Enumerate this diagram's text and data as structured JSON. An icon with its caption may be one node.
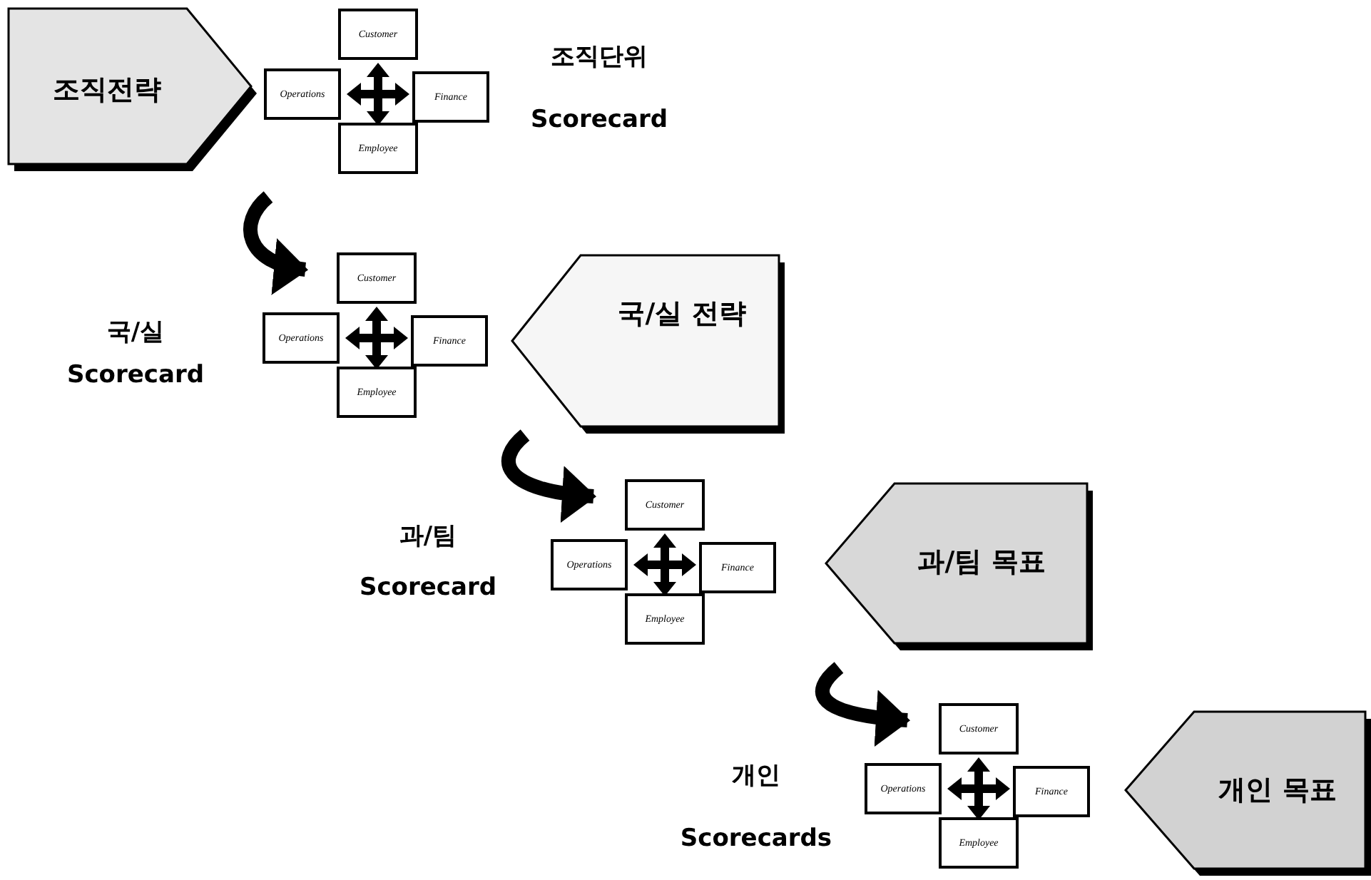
{
  "diagram": {
    "nodes": [
      {
        "text": [
          "조직전략"
        ]
      },
      {
        "text": [
          "Customer"
        ]
      },
      {
        "text": [
          "Operations"
        ]
      },
      {
        "text": [
          "Finance"
        ]
      },
      {
        "text": [
          "Employee"
        ]
      },
      {
        "text": [
          "Customer"
        ]
      },
      {
        "text": [
          "Operations"
        ]
      },
      {
        "text": [
          "Finance"
        ]
      },
      {
        "text": [
          "Employee"
        ]
      },
      {
        "text": [
          "국/실 전략"
        ]
      },
      {
        "text": [
          "Customer"
        ]
      },
      {
        "text": [
          "Operations"
        ]
      },
      {
        "text": [
          "Finance"
        ]
      },
      {
        "text": [
          "Employee"
        ]
      },
      {
        "text": [
          "과/팀 목표"
        ]
      },
      {
        "text": [
          "Customer"
        ]
      },
      {
        "text": [
          "Operations"
        ]
      },
      {
        "text": [
          "Finance"
        ]
      },
      {
        "text": [
          "Employee"
        ]
      },
      {
        "text": [
          "개인 목표"
        ]
      }
    ],
    "edges": [
      {
        "from": null,
        "to": 5,
        "arrow": "to"
      },
      {
        "from": null,
        "to": 10,
        "arrow": "to"
      },
      {
        "from": null,
        "to": 15,
        "arrow": "to"
      }
    ],
    "labels": [
      "조직단위 Scorecard",
      "국/실 Scorecard",
      "과/팀 Scorecard",
      "개인 Scorecards"
    ]
  }
}
